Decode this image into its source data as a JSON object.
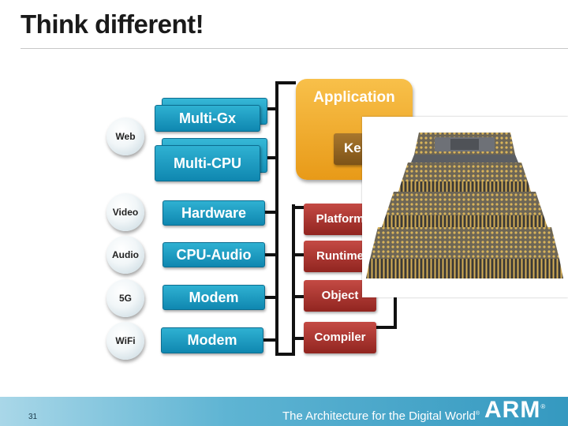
{
  "slide": {
    "title": "Think different!",
    "page_number": "31",
    "footer_tagline": "The Architecture for the Digital World",
    "footer_tagline_mark": "®",
    "logo_text": "ARM",
    "logo_mark": "®"
  },
  "left_boxes": [
    "Multi-Gx",
    "Multi-CPU",
    "Hardware",
    "CPU-Audio",
    "Modem",
    "Modem"
  ],
  "circles": [
    "Web",
    "Video",
    "Audio",
    "5G",
    "WiFi"
  ],
  "stack": {
    "application": "Application",
    "kernel": "Ke",
    "layers": [
      "Platform",
      "Runtime",
      "Object",
      "Compiler"
    ]
  },
  "colors": {
    "teal_box": "#1a9cc5",
    "application": "#f0aa2c",
    "kernel": "#94662a",
    "layer_red": "#a8342f",
    "footer": "#3599c0"
  },
  "icons": [
    "chip-photo"
  ]
}
